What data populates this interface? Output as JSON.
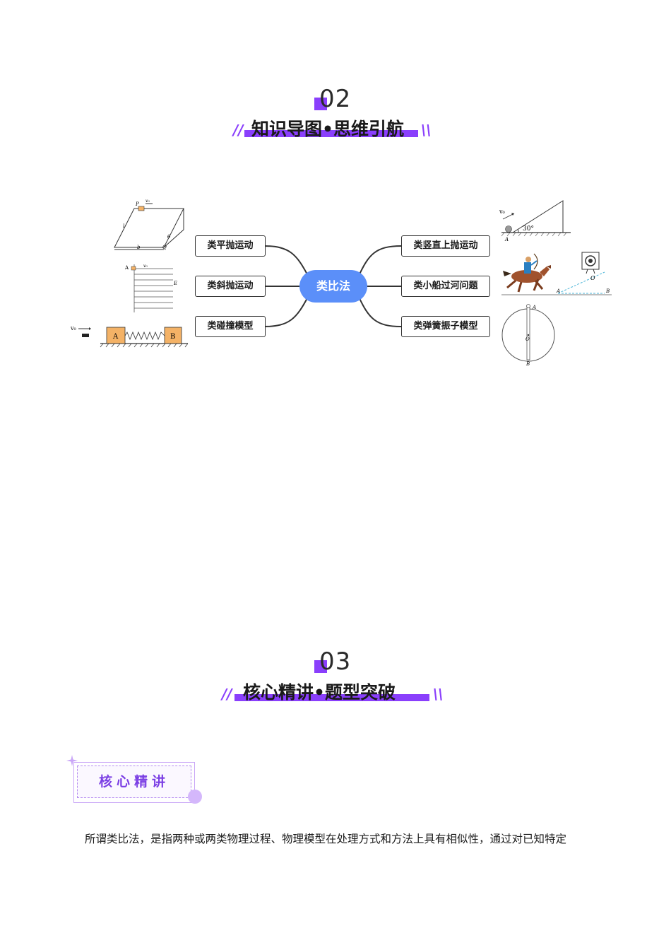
{
  "section2": {
    "number": "02",
    "title": "知识导图•思维引航"
  },
  "mindmap": {
    "center": "类比法",
    "left_nodes": [
      "类平抛运动",
      "类斜抛运动",
      "类碰撞模型"
    ],
    "right_nodes": [
      "类竖直上抛运动",
      "类小船过河问题",
      "类弹簧振子模型"
    ],
    "diagrams": {
      "incline": {
        "labels": [
          "P",
          "v₀",
          "l",
          "b",
          "Q",
          "θ"
        ]
      },
      "field": {
        "labels": [
          "A",
          "v₀",
          "E"
        ]
      },
      "spring": {
        "labels": [
          "v₀",
          "A",
          "B"
        ]
      },
      "slope": {
        "labels": [
          "v₀",
          "30°",
          "A"
        ]
      },
      "archer": {
        "labels": [
          "O",
          "A",
          "B"
        ]
      },
      "circle": {
        "labels": [
          "A",
          "O",
          "B"
        ]
      }
    }
  },
  "section3": {
    "number": "03",
    "title": "核心精讲•题型突破"
  },
  "badge": {
    "label": "核心精讲"
  },
  "paragraph": "所谓类比法，是指两种或两类物理过程、物理模型在处理方式和方法上具有相似性，通过对已知特定"
}
